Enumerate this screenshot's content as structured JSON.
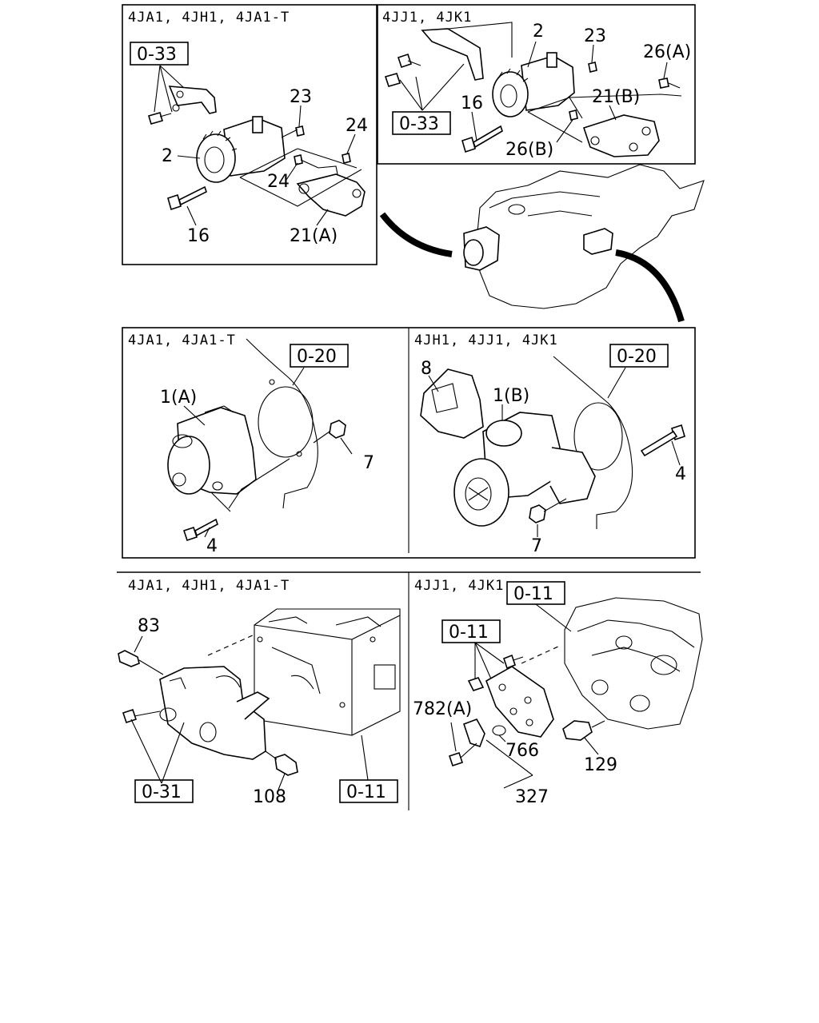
{
  "panels": {
    "top_left": {
      "header": "4JA1, 4JH1, 4JA1-T",
      "ref_box": "0-33",
      "labels": [
        "23",
        "24",
        "2",
        "24",
        "16",
        "21(A)"
      ]
    },
    "top_right": {
      "header": "4JJ1, 4JK1",
      "ref_box": "0-33",
      "labels": [
        "2",
        "23",
        "26(A)",
        "16",
        "21(B)",
        "26(B)"
      ]
    },
    "mid_left": {
      "header": "4JA1, 4JA1-T",
      "ref_box": "0-20",
      "labels": [
        "1(A)",
        "7",
        "4"
      ]
    },
    "mid_right": {
      "header": "4JH1, 4JJ1, 4JK1",
      "ref_box": "0-20",
      "labels": [
        "8",
        "1(B)",
        "4",
        "7"
      ]
    },
    "bot_left": {
      "header": "4JA1, 4JH1, 4JA1-T",
      "ref_box_a": "0-31",
      "ref_box_b": "0-11",
      "labels": [
        "83",
        "108"
      ]
    },
    "bot_right": {
      "header": "4JJ1, 4JK1",
      "ref_box_a": "0-11",
      "ref_box_b": "0-11",
      "labels": [
        "782(A)",
        "766",
        "129",
        "327"
      ]
    }
  }
}
